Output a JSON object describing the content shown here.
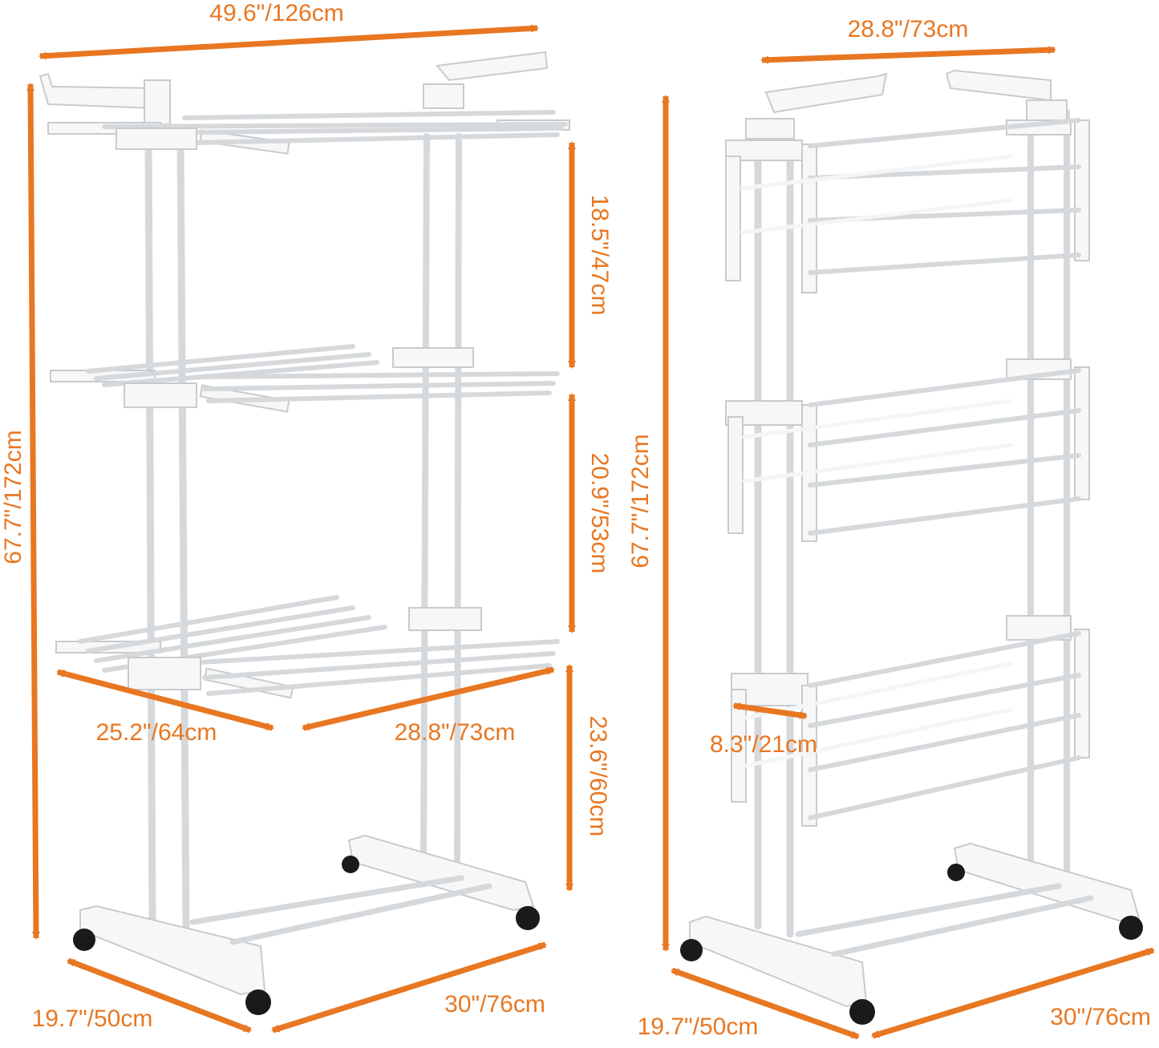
{
  "accent_color": "#E87722",
  "left_view": {
    "width_extended": "49.6\"/126cm",
    "height_total": "67.7\"/172cm",
    "tier_gap_top": "18.5\"/47cm",
    "tier_gap_middle": "20.9\"/53cm",
    "tier_gap_bottom": "23.6\"/60cm",
    "shelf_depth": "25.2\"/64cm",
    "shelf_width": "28.8\"/73cm",
    "base_depth": "19.7\"/50cm",
    "base_width": "30\"/76cm"
  },
  "right_view": {
    "width_folded": "28.8\"/73cm",
    "height_total": "67.7\"/172cm",
    "wing_depth": "8.3\"/21cm",
    "base_depth": "19.7\"/50cm",
    "base_width": "30\"/76cm"
  }
}
